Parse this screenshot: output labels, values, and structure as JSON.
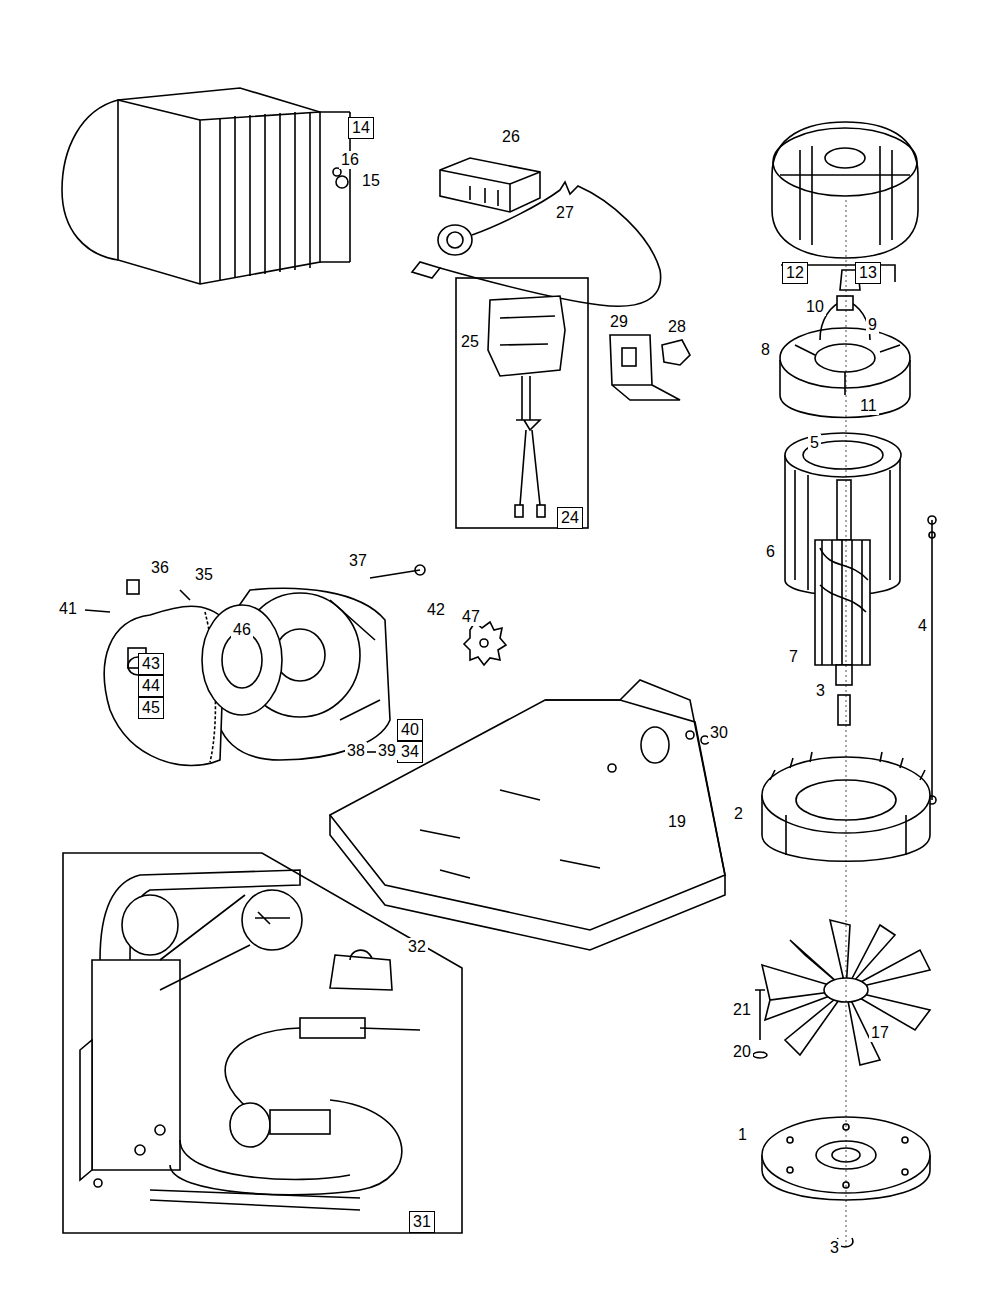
{
  "diagram": {
    "labels": [
      "14",
      "16",
      "15",
      "26",
      "27",
      "12",
      "13",
      "10",
      "9",
      "8",
      "11",
      "29",
      "28",
      "25",
      "24",
      "5",
      "6",
      "7",
      "4",
      "3",
      "36",
      "35",
      "37",
      "42",
      "41",
      "46",
      "47",
      "43",
      "44",
      "45",
      "40",
      "34",
      "38",
      "39",
      "30",
      "19",
      "2",
      "21",
      "17",
      "20",
      "1",
      "3",
      "32",
      "31"
    ]
  }
}
